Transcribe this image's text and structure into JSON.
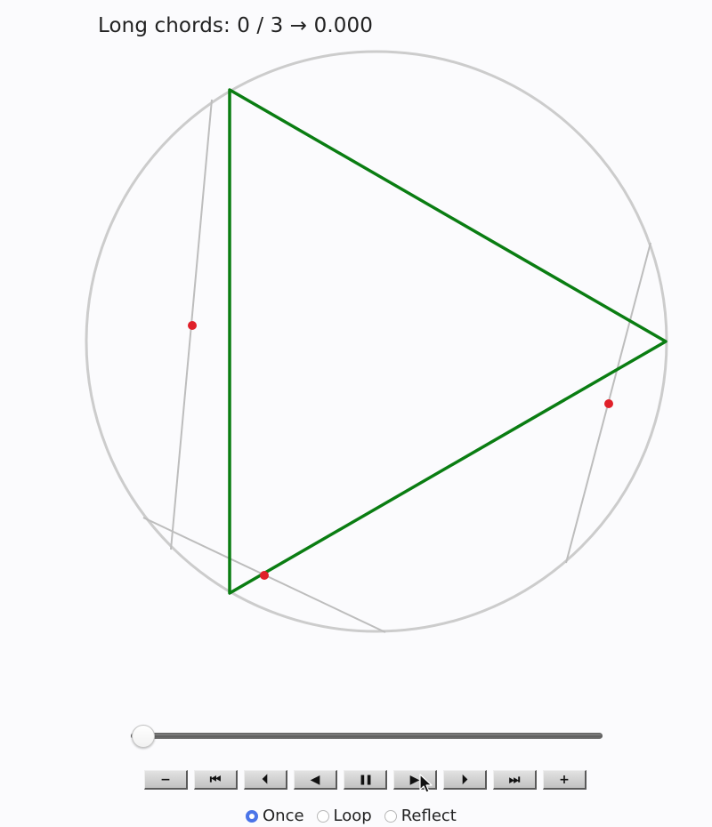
{
  "title": "Long chords: 0 / 3 → 0.000",
  "figure": {
    "circle_color": "#cccccc",
    "chord_color": "#bdbdbd",
    "triangle_color": "#0a7d12",
    "midpoint_color": "#e0202a"
  },
  "slider": {
    "value": 0
  },
  "controls": [
    {
      "name": "decrease-speed-button",
      "icon": "minus-icon",
      "glyph": "−"
    },
    {
      "name": "first-frame-button",
      "icon": "skip-first-icon",
      "glyph": "⏮"
    },
    {
      "name": "previous-frame-button",
      "icon": "step-back-icon",
      "glyph": "⏴"
    },
    {
      "name": "play-reverse-button",
      "icon": "play-reverse-icon",
      "glyph": "◀"
    },
    {
      "name": "pause-button",
      "icon": "pause-icon",
      "glyph": "❚❚"
    },
    {
      "name": "play-button",
      "icon": "play-icon",
      "glyph": "▶"
    },
    {
      "name": "next-frame-button",
      "icon": "step-forward-icon",
      "glyph": "⏵"
    },
    {
      "name": "last-frame-button",
      "icon": "skip-last-icon",
      "glyph": "⏭"
    },
    {
      "name": "increase-speed-button",
      "icon": "plus-icon",
      "glyph": "+"
    }
  ],
  "modes": {
    "once": "Once",
    "loop": "Loop",
    "reflect": "Reflect",
    "selected": "Once"
  }
}
